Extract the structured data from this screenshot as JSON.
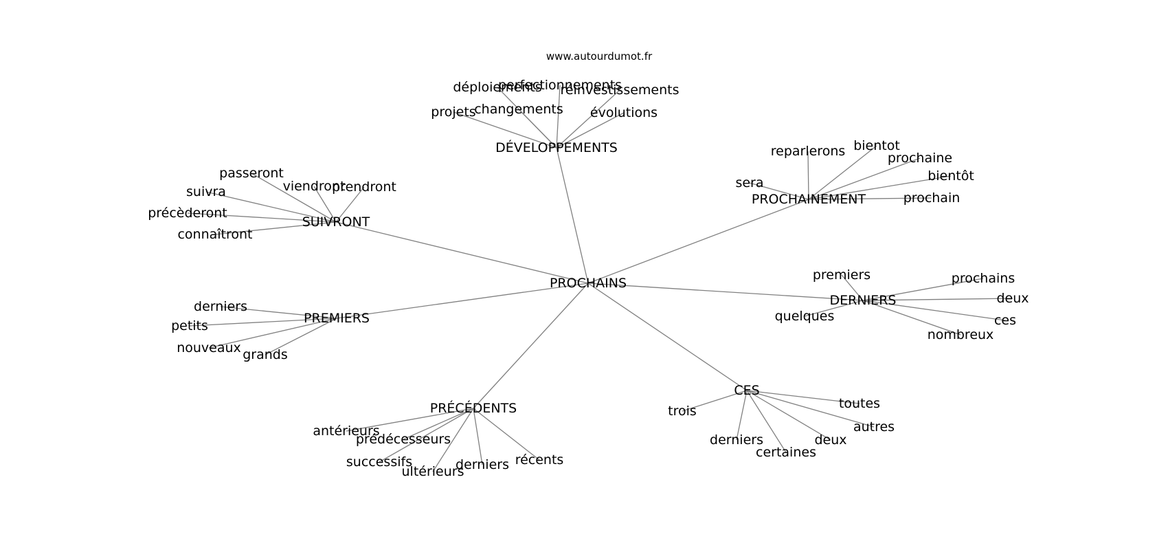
{
  "source_label": "www.autourdumot.fr",
  "colors": {
    "edge": "#808080",
    "text": "#000000",
    "background": "#ffffff"
  },
  "center": {
    "label": "PROCHAINS"
  },
  "clusters": [
    {
      "id": "developpements",
      "label": "DÉVELOPPEMENTS",
      "words": [
        "déploiements",
        "perfectionnements",
        "réinvestissements",
        "projets",
        "changements",
        "évolutions"
      ]
    },
    {
      "id": "prochainement",
      "label": "PROCHAINEMENT",
      "words": [
        "reparlerons",
        "bientot",
        "prochaine",
        "sera",
        "bientôt",
        "prochain"
      ]
    },
    {
      "id": "suivront",
      "label": "SUIVRONT",
      "words": [
        "passeront",
        "viendront",
        "prendront",
        "suivra",
        "précèderont",
        "connaîtront"
      ]
    },
    {
      "id": "derniers",
      "label": "DERNIERS",
      "words": [
        "premiers",
        "prochains",
        "deux",
        "quelques",
        "ces",
        "nombreux"
      ]
    },
    {
      "id": "premiers",
      "label": "PREMIERS",
      "words": [
        "derniers",
        "petits",
        "nouveaux",
        "grands"
      ]
    },
    {
      "id": "ces",
      "label": "CES",
      "words": [
        "trois",
        "toutes",
        "autres",
        "derniers",
        "certaines",
        "deux"
      ]
    },
    {
      "id": "precedents",
      "label": "PRÉCÉDENTS",
      "words": [
        "antérieurs",
        "prédécesseurs",
        "successifs",
        "ultérieurs",
        "derniers",
        "récents"
      ]
    }
  ]
}
